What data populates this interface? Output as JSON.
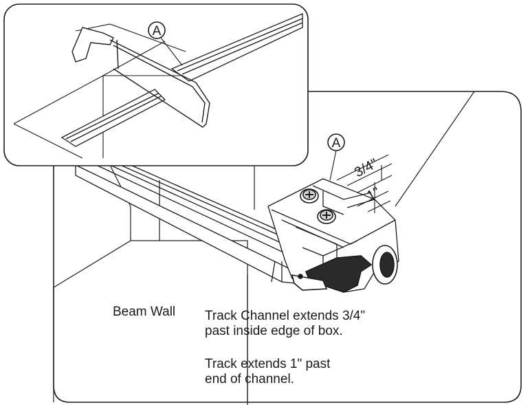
{
  "labels": {
    "callout_upper": "A",
    "callout_lower": "A",
    "dim_3_4": "3/4\"",
    "dim_1": "1\"",
    "beam_wall": "Beam Wall",
    "note1_line1": "Track Channel extends 3/4\"",
    "note1_line2": "past inside edge of box.",
    "note2_line1": "Track extends 1\" past",
    "note2_line2": "end of channel."
  },
  "colors": {
    "line": "#1a1a1a",
    "fill": "#ffffff",
    "dark": "#2a2a2a"
  }
}
